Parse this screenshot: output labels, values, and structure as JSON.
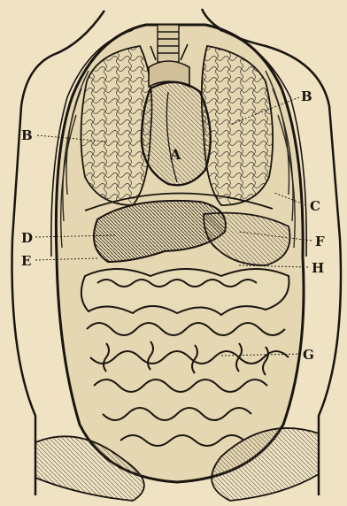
{
  "figure": {
    "labels": {
      "a": "A",
      "b_left": "B",
      "b_right": "B",
      "c": "C",
      "d": "D",
      "e": "E",
      "f": "F",
      "g": "G",
      "h": "H"
    },
    "ink_color": "#1a150f",
    "paper_color": "#efe3c4",
    "shade_color": "#6d6253",
    "hatch_color": "#3a322a"
  }
}
